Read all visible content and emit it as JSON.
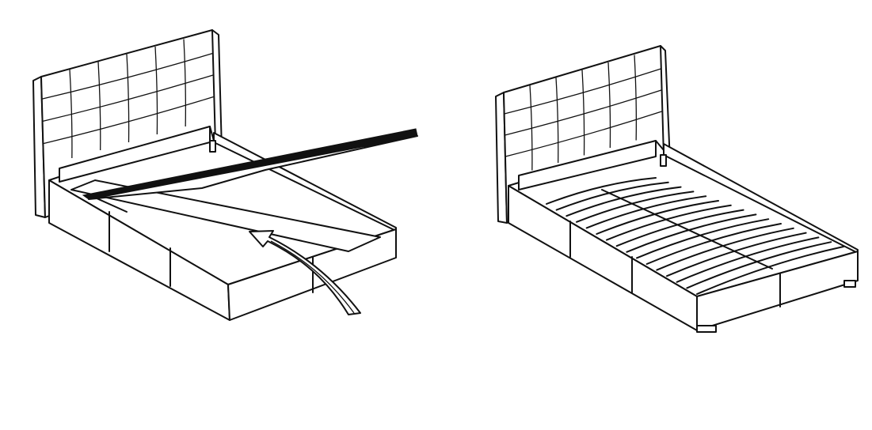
{
  "figure": {
    "panels": [
      {
        "id": "left",
        "subject": "bed-with-lifted-storage-base"
      },
      {
        "id": "right",
        "subject": "bed-with-slatted-base"
      }
    ],
    "colors": {
      "line": "#111111",
      "background": "#ffffff"
    }
  }
}
